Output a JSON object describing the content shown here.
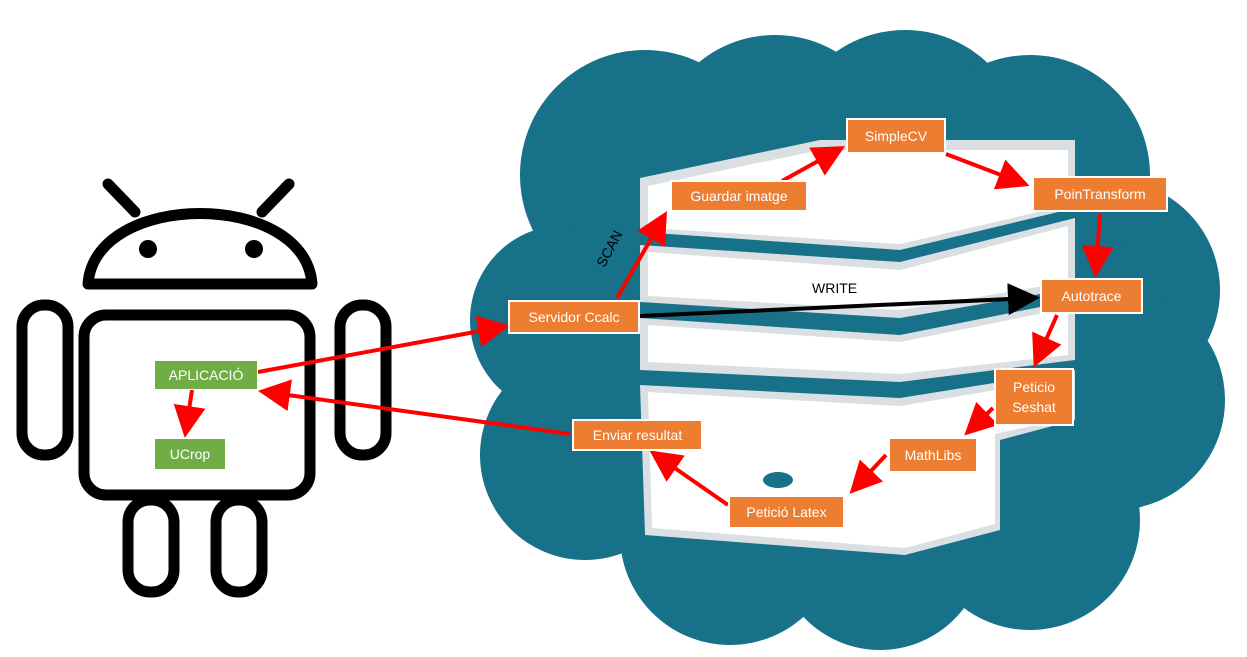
{
  "colors": {
    "cloud": "#177189",
    "server": "#ffffff",
    "server_shadow": "#d9dfe2",
    "cloud_node": "#ED7D31",
    "android_node": "#70AD47",
    "arrow_red": "#FF0000",
    "arrow_black": "#000000",
    "android_outline": "#000000"
  },
  "icons": {
    "android": "android-robot-icon",
    "cloud": "cloud-icon",
    "server": "server-stack-icon"
  },
  "nodes": {
    "aplicacio": "APLICACIÓ",
    "ucrop": "UCrop",
    "servidor": "Servidor Ccalc",
    "guardar": "Guardar imatge",
    "simplecv": "SimpleCV",
    "pointransform": "PoinTransform",
    "autotrace": "Autotrace",
    "peticio_seshat_line1": "Peticio",
    "peticio_seshat_line2": "Seshat",
    "mathlibs": "MathLibs",
    "peticio_latex": "Petició Latex",
    "enviar": "Enviar resultat"
  },
  "edge_labels": {
    "scan": "SCAN",
    "write": "WRITE"
  }
}
